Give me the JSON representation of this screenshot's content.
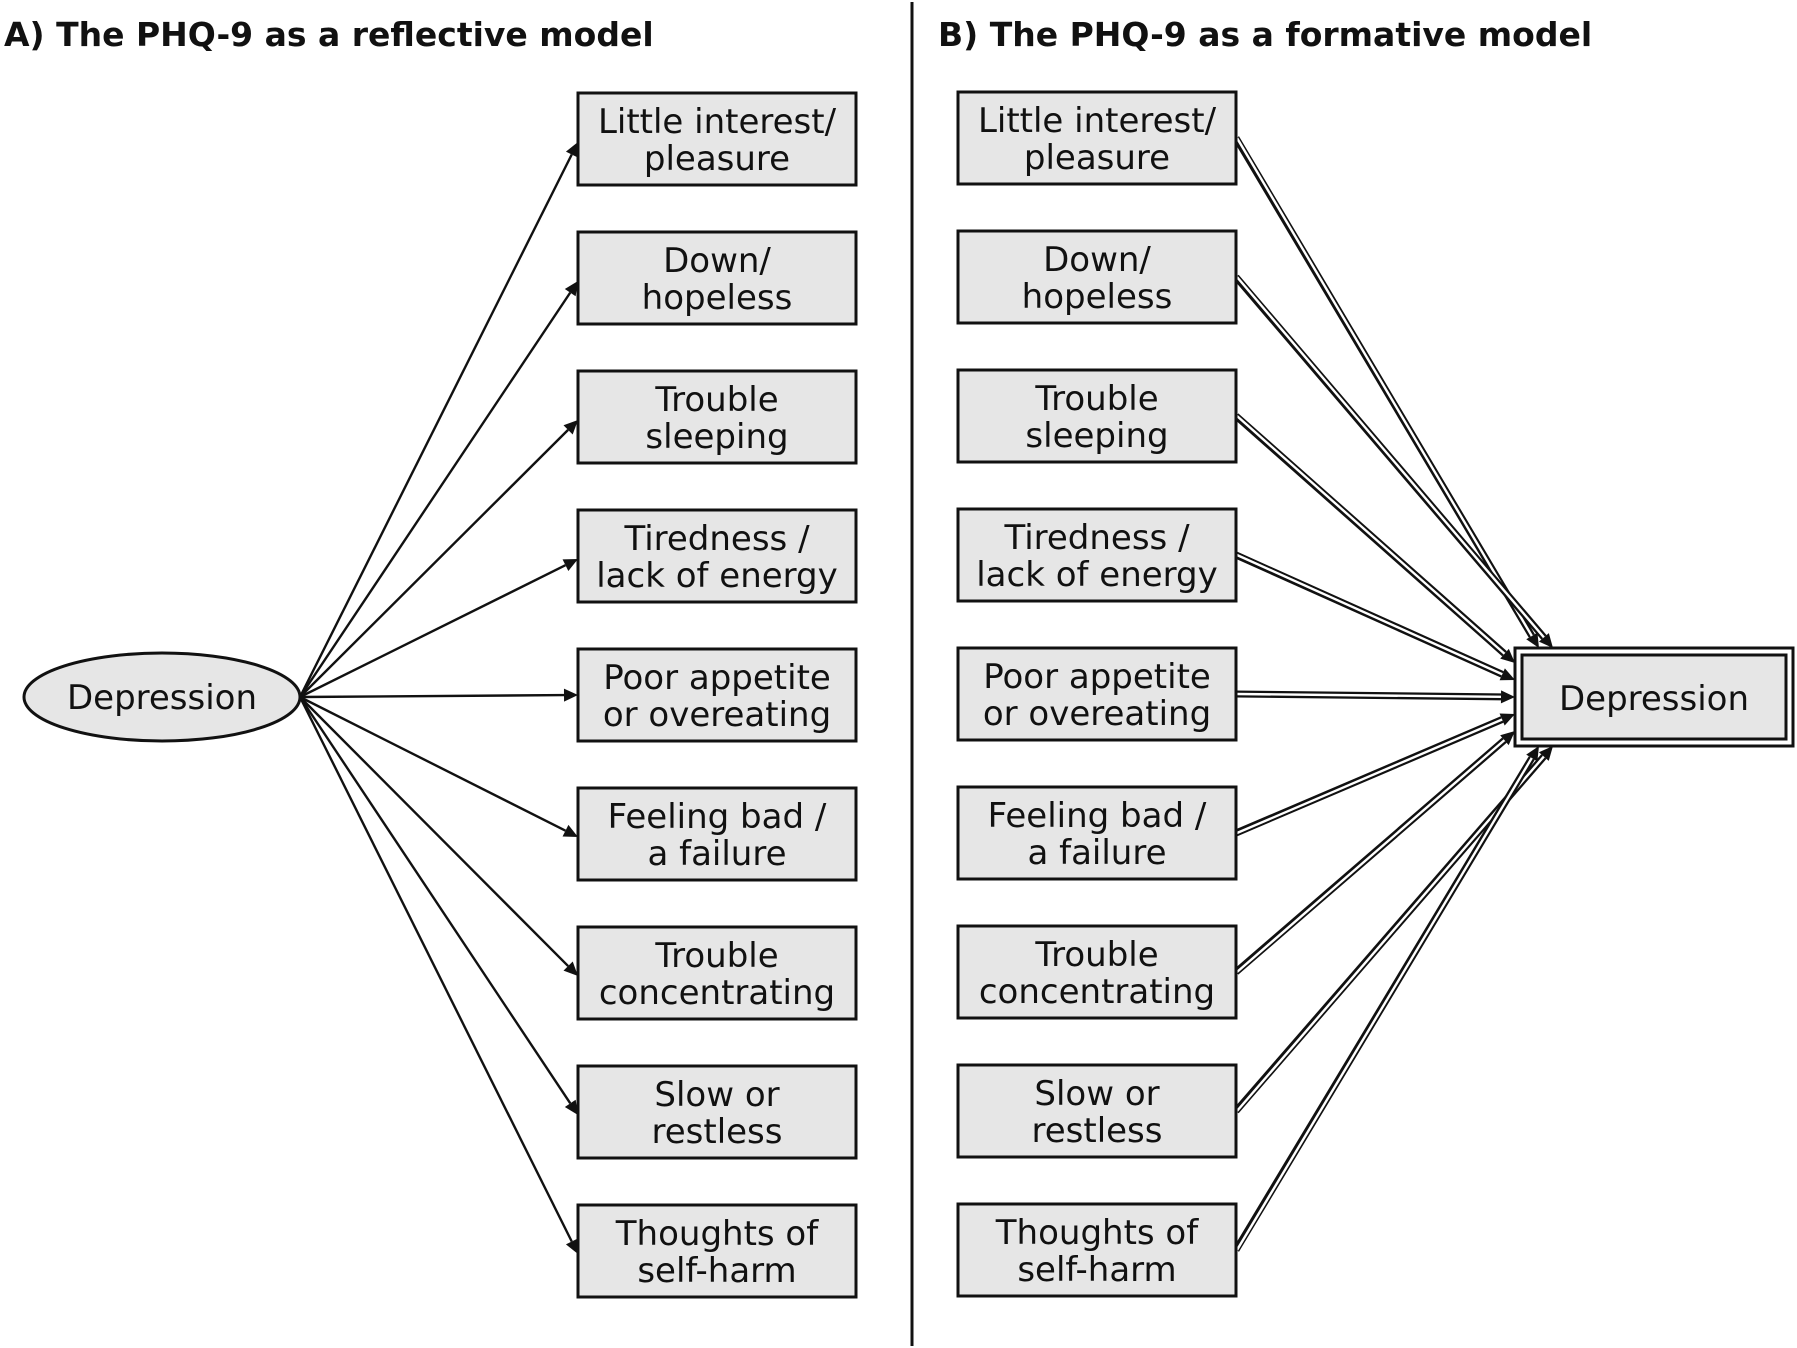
{
  "panel_a": {
    "title": "A) The PHQ-9 as a reflective model",
    "latent": "Depression",
    "items": [
      [
        "Little interest/",
        "pleasure"
      ],
      [
        "Down/",
        "hopeless"
      ],
      [
        "Trouble",
        "sleeping"
      ],
      [
        "Tiredness /",
        "lack of energy"
      ],
      [
        "Poor appetite",
        "or overeating"
      ],
      [
        "Feeling bad /",
        "a failure"
      ],
      [
        "Trouble",
        "concentrating"
      ],
      [
        "Slow or",
        "restless"
      ],
      [
        "Thoughts of",
        "self-harm"
      ]
    ]
  },
  "panel_b": {
    "title": "B) The PHQ-9 as a formative model",
    "composite": "Depression",
    "items": [
      [
        "Little interest/",
        "pleasure"
      ],
      [
        "Down/",
        "hopeless"
      ],
      [
        "Trouble",
        "sleeping"
      ],
      [
        "Tiredness /",
        "lack of energy"
      ],
      [
        "Poor appetite",
        "or overeating"
      ],
      [
        "Feeling bad /",
        "a failure"
      ],
      [
        "Trouble",
        "concentrating"
      ],
      [
        "Slow or",
        "restless"
      ],
      [
        "Thoughts of",
        "self-harm"
      ]
    ]
  },
  "colors": {
    "box_fill": "#e6e6e6",
    "stroke": "#111111",
    "background": "#ffffff"
  }
}
